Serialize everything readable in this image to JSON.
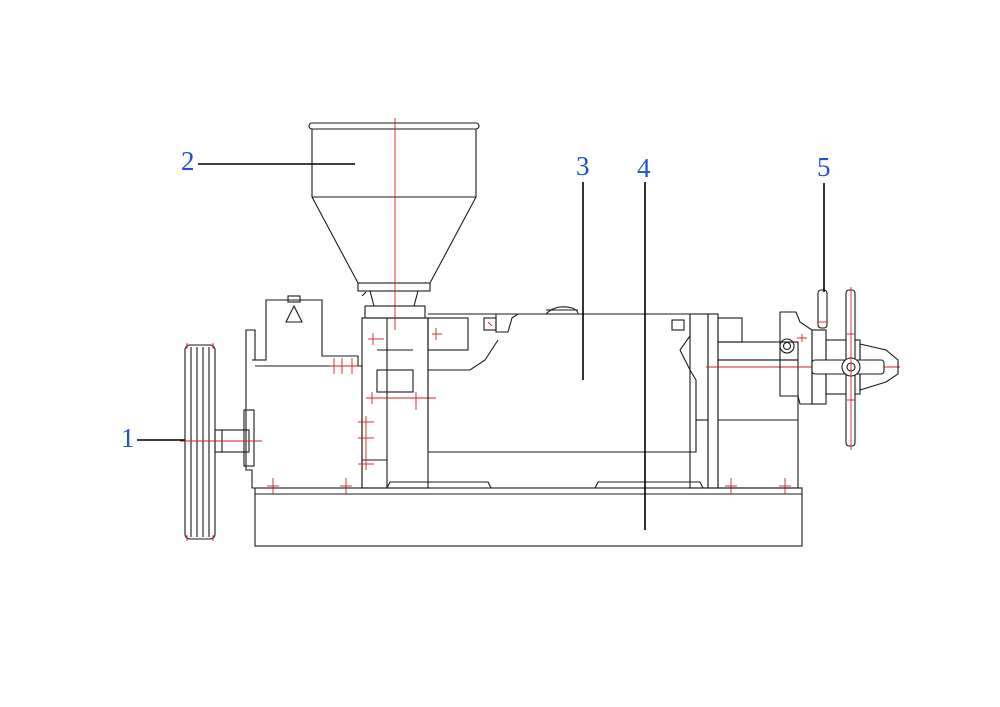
{
  "diagram": {
    "colors": {
      "outline": "#1a1a1a",
      "centerline": "#d42020",
      "callout_text": "#1e4fd8",
      "leader": "#000000"
    },
    "callouts": [
      {
        "id": "1",
        "label": "1"
      },
      {
        "id": "2",
        "label": "2"
      },
      {
        "id": "3",
        "label": "3"
      },
      {
        "id": "4",
        "label": "4"
      },
      {
        "id": "5",
        "label": "5"
      }
    ]
  }
}
